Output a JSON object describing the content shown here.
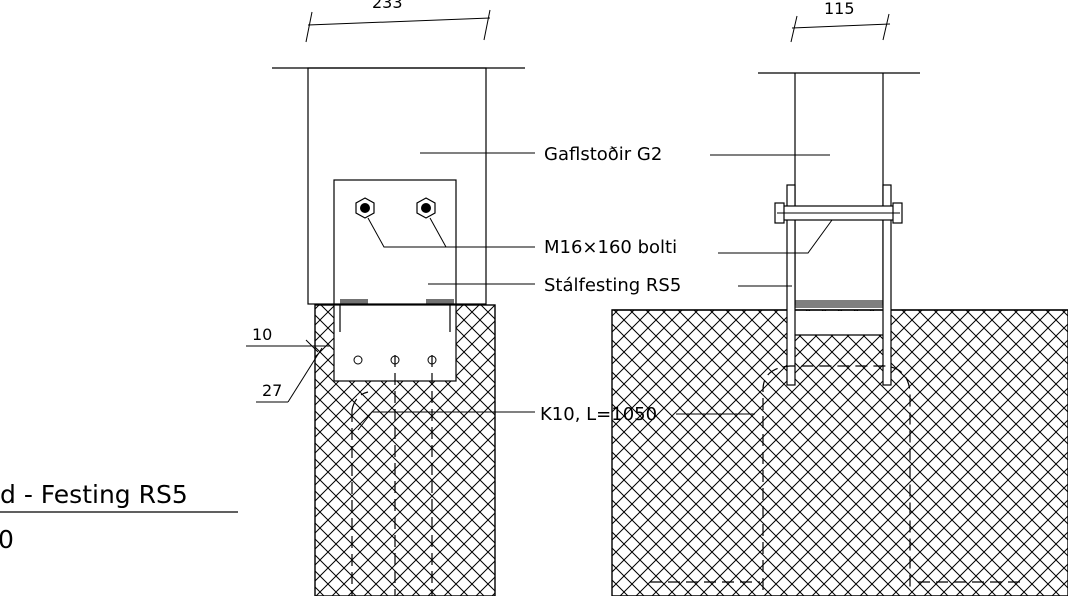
{
  "drawing": {
    "title_partial": "d - Festing RS5",
    "scale_partial": "0",
    "dimensions": {
      "left_width": "233",
      "right_width": "115",
      "edge_10": "10",
      "edge_27": "27"
    },
    "callouts": {
      "post": "Gaflstoðir G2",
      "bolt": "M16×160 bolti",
      "bracket": "Stálfesting RS5",
      "rebar": "K10, L=1050"
    }
  }
}
